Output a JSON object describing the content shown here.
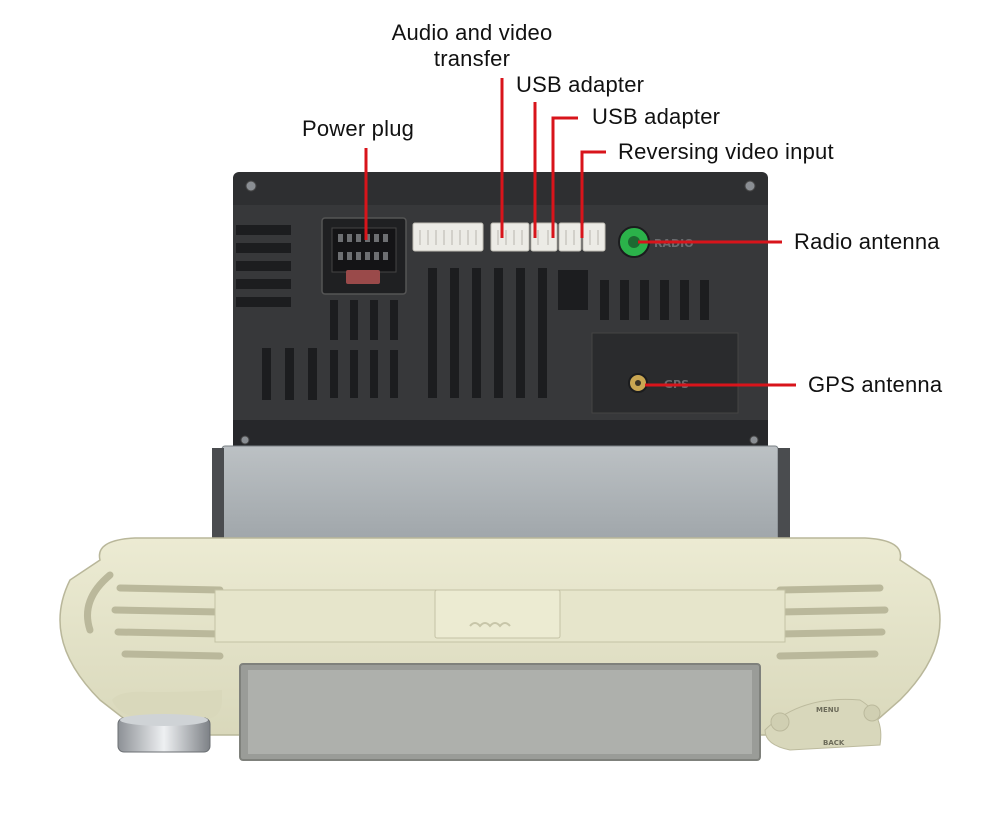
{
  "callouts": {
    "audio_video": [
      "Audio and video",
      "transfer"
    ],
    "usb_1": "USB adapter",
    "usb_2": "USB adapter",
    "reversing": "Reversing video input",
    "power": "Power plug",
    "radio": "Radio antenna",
    "gps": "GPS antenna"
  },
  "device": {
    "radio_port_text": "RADIO",
    "gps_port_text": "GPS",
    "menu_button_text": "MENU",
    "back_button_text": "BACK"
  },
  "colors": {
    "leader_line": "#d8141b",
    "chassis": "#2e2f31",
    "connector": "#ecebe6",
    "bezel": "#e4e3c8",
    "screen": "#9a9c98",
    "radio_jack": "#2bb24a"
  }
}
